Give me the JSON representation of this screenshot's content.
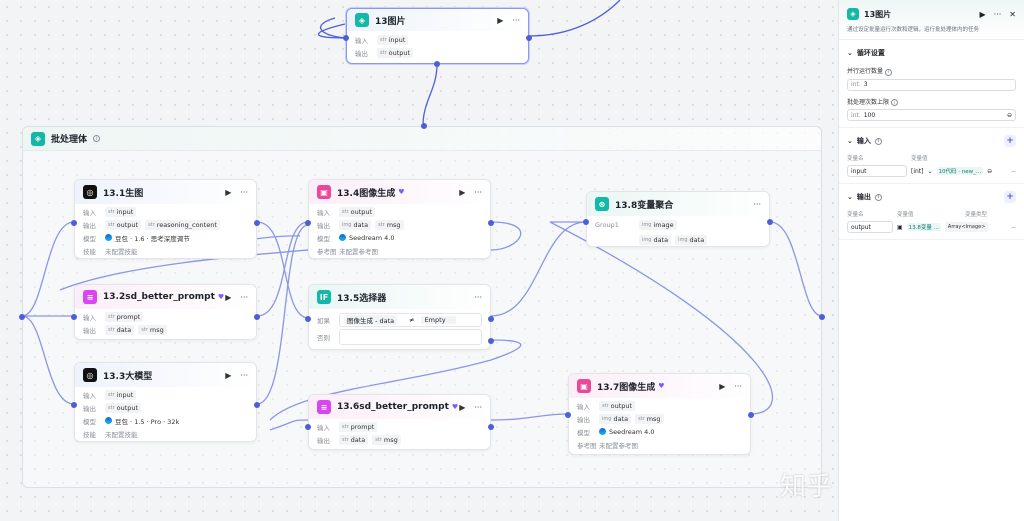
{
  "labels": {
    "input": "输入",
    "output": "输出",
    "model": "模型",
    "skill": "技能",
    "ref_image": "参考图",
    "if_label": "如果",
    "else_label": "否则",
    "group1": "Group1"
  },
  "tag_types": {
    "str": "str",
    "img": "img"
  },
  "icons": {
    "loop": "loop-icon",
    "llm": "llm-icon",
    "image_gen": "image-gen-icon",
    "text": "text-icon",
    "if": "if-icon",
    "merge": "merge-icon",
    "model_logo": "model-logo-icon"
  },
  "colors": {
    "accent": "#4e5fd6",
    "teal": "#14b8a6",
    "pink": "#ec4899",
    "magenta": "#d946ef"
  },
  "loop_node": {
    "title": "13图片",
    "input_var": "input",
    "output_var": "output"
  },
  "batch": {
    "title": "批处理体"
  },
  "nodes": {
    "n131": {
      "title": "13.1生图",
      "input": "input",
      "outputs": [
        "output",
        "reasoning_content"
      ],
      "model": "豆包 · 1.6 · 思考深度调节",
      "skill": "未配置技能"
    },
    "n132": {
      "title": "13.2sd_better_prompt",
      "input": "prompt",
      "outputs": [
        "data",
        "msg"
      ]
    },
    "n133": {
      "title": "13.3大模型",
      "input": "input",
      "output": "output",
      "model": "豆包 · 1.5 · Pro · 32k",
      "skill": "未配置技能"
    },
    "n134": {
      "title": "13.4图像生成",
      "input": "output",
      "outputs": [
        "data",
        "msg"
      ],
      "model": "Seedream 4.0",
      "ref": "未配置参考图"
    },
    "n135": {
      "title": "13.5选择器",
      "cond_left": "图像生成 - data",
      "operator": "≠",
      "cond_right": "Empty"
    },
    "n136": {
      "title": "13.6sd_better_prompt",
      "input": "prompt",
      "outputs": [
        "data",
        "msg"
      ]
    },
    "n137": {
      "title": "13.7图像生成",
      "input": "output",
      "outputs": [
        "data",
        "msg"
      ],
      "model": "Seedream 4.0",
      "ref": "未配置参考图"
    },
    "n138": {
      "title": "13.8变量聚合",
      "group_items": [
        "image",
        "data",
        "data"
      ]
    }
  },
  "panel": {
    "title": "13图片",
    "description": "通过设定批量运行次数和逻辑，运行批处理体内的任务",
    "loop_settings": "循环设置",
    "parallel_label": "并行运行数量",
    "parallel_type": "int.",
    "parallel_value": "3",
    "max_label": "批处理次数上限",
    "max_type": "int.",
    "max_value": "100",
    "input_section": "输入",
    "var_name_header": "变量名",
    "var_value_header": "变量值",
    "var_type_header": "变量类型",
    "input_var_name": "input",
    "input_var_type": "[int]",
    "input_var_value": "10代码 · new_...",
    "output_section": "输出",
    "output_var_name": "output",
    "output_var_value": "13.8变量 ...",
    "output_var_type": "Array<Image>"
  },
  "watermark": "知乎 @知无涯"
}
